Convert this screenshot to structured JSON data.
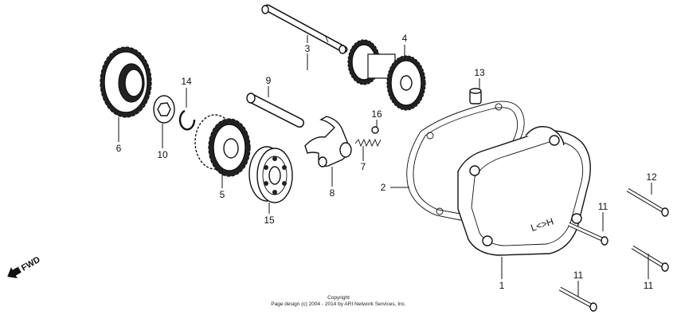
{
  "diagram": {
    "parts": [
      {
        "id": "p1",
        "label": "1"
      },
      {
        "id": "p2",
        "label": "2"
      },
      {
        "id": "p3",
        "label": "3"
      },
      {
        "id": "p4",
        "label": "4"
      },
      {
        "id": "p5",
        "label": "5"
      },
      {
        "id": "p6",
        "label": "6"
      },
      {
        "id": "p7",
        "label": "7"
      },
      {
        "id": "p8",
        "label": "8"
      },
      {
        "id": "p9",
        "label": "9"
      },
      {
        "id": "p10",
        "label": "10"
      },
      {
        "id": "p11a",
        "label": "11"
      },
      {
        "id": "p11b",
        "label": "11"
      },
      {
        "id": "p11c",
        "label": "11"
      },
      {
        "id": "p12",
        "label": "12"
      },
      {
        "id": "p13",
        "label": "13"
      },
      {
        "id": "p14",
        "label": "14"
      },
      {
        "id": "p15",
        "label": "15"
      },
      {
        "id": "p16",
        "label": "16"
      }
    ],
    "direction_label": "FWD",
    "cover_marking": "L<>H",
    "copyright_line1": "Copyright",
    "copyright_line2": "Page design (c) 2004 - 2014 by ARI Network Services, Inc."
  }
}
